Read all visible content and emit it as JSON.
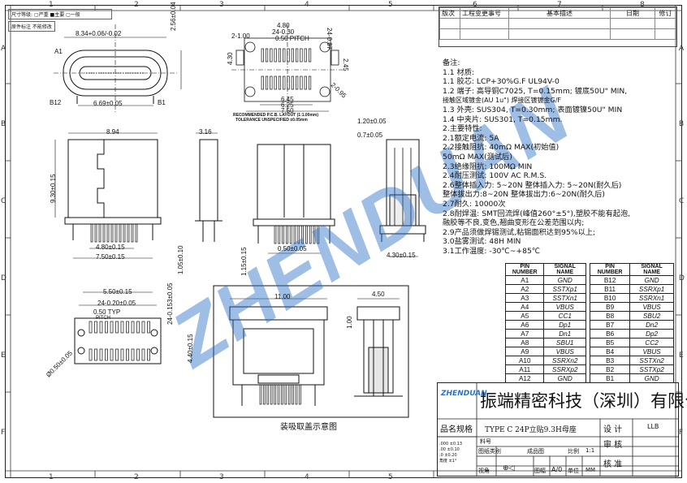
{
  "zones_top": [
    "1",
    "2",
    "3",
    "4",
    "5",
    "6",
    "7",
    "8"
  ],
  "zones_side": [
    "A",
    "B",
    "C",
    "D",
    "E",
    "F"
  ],
  "legend": {
    "symbol_label": "尺寸等级:",
    "opt1": "严重",
    "opt2": "主要",
    "opt3": "一般",
    "note": "原件标注 不能修改"
  },
  "revision": {
    "headers": [
      "版次",
      "工程变更事号",
      "基本描述",
      "日期",
      "修订"
    ]
  },
  "notes": [
    "备注:",
    "1.1 材质:",
    "1.1  胶芯: LCP+30%G.F  UL94V-0",
    "1.2  端子: 高导铜C7025, T=0.15mm; 镀底50U\" MIN,",
    "          接触区域镀金(AU 1u\") 焊接区镀镀金G/F",
    "1.3  外壳: SUS304, T=0.30mm; 表面镀镍50U\" MIN",
    "1.4  中夹片: SUS301, T=0.15mm.",
    "2.主要特性:",
    "2.1额定电流: 5A",
    "2.2接触阻抗: 40mΩ MAX(初始值)",
    "              50mΩ MAX(测试后)",
    "2.3绝缘阻抗: 100MΩ MIN",
    "2.4耐压测试: 100V AC R.M.S.",
    "2.6整体插入力: 5~20N   整体插入力: 5~20N(耐久后)",
    "    整体拔出力:8~20N    整体拔出力:6~20N(耐久后)",
    "2.7耐久: 10000次",
    "2.8耐焊温: SMT回流焊(峰值260°±5°),塑胶不能有起泡,",
    "          融胶等不良,变色,翘曲变形在公差范围以内;",
    "2.9产品须做焊锡测试,粘锡面积达到95%以上;",
    "3.0盐雾测试: 48H  MIN",
    "3.1工作温度: -30℃~+85℃"
  ],
  "pin_table_a": {
    "headers": [
      "PIN NUMBER",
      "SIGNAL NAME"
    ],
    "rows": [
      [
        "A1",
        "GND"
      ],
      [
        "A2",
        "SSTXp1"
      ],
      [
        "A3",
        "SSTXn1"
      ],
      [
        "A4",
        "VBUS"
      ],
      [
        "A5",
        "CC1"
      ],
      [
        "A6",
        "Dp1"
      ],
      [
        "A7",
        "Dn1"
      ],
      [
        "A8",
        "SBU1"
      ],
      [
        "A9",
        "VBUS"
      ],
      [
        "A10",
        "SSRXn2"
      ],
      [
        "A11",
        "SSRXp2"
      ],
      [
        "A12",
        "GND"
      ]
    ]
  },
  "pin_table_b": {
    "headers": [
      "PIN NUMBER",
      "SIGNAL NAME"
    ],
    "rows": [
      [
        "B12",
        "GND"
      ],
      [
        "B11",
        "SSRXp1"
      ],
      [
        "B10",
        "SSRXn1"
      ],
      [
        "B9",
        "VBUS"
      ],
      [
        "B8",
        "SBU2"
      ],
      [
        "B7",
        "Dn2"
      ],
      [
        "B6",
        "Dp2"
      ],
      [
        "B5",
        "CC2"
      ],
      [
        "B4",
        "VBUS"
      ],
      [
        "B3",
        "SSTXn2"
      ],
      [
        "B2",
        "SSTXp2"
      ],
      [
        "B1",
        "GND"
      ]
    ]
  },
  "title_block": {
    "company": "振端精密科技（深圳）有限公司",
    "logo_text": "ZHENDUAN",
    "spec_label": "品名规格",
    "spec_value": "TYPE C 24P立贴9.3H母座",
    "design_label": "设  计",
    "design_value": "LLB",
    "part_label": "料号",
    "review_label": "审  核",
    "drawing_label": "图纸类别",
    "drawing_value": "成品图",
    "scale_label": "比例",
    "scale_value": "1:1",
    "approve_label": "核  准",
    "view_label": "视角",
    "unit_label": "单位",
    "unit_value": "MM",
    "size_label": "图幅",
    "size_value": "A/0",
    "tol": [
      ".000  ±0.13",
      ".00   ±0.10",
      ".0    ±0.20",
      "角度  ±1°"
    ]
  },
  "dims": {
    "d834": "8.34+0.06/-0.02",
    "d256": "2.56±0.04",
    "d669": "6.69±0.05",
    "a1": "A1",
    "b12": "B12",
    "b1": "B1",
    "d480": "4.80",
    "d430": "4.30",
    "d210": "2-1.00",
    "d050": "0.50 PITCH",
    "d26": "24-0.30",
    "d087": "24-0.87",
    "d245": "2.45",
    "d095": "2-0.95",
    "d645": "6.45",
    "d625": "6.25",
    "d750": "7.50",
    "pcb1": "RECOMMENDED  P.C.B. LAYOUT (1:1.00mm)",
    "pcb2": "TOLERANCE  UNSPECIFIED  ±0.05mm",
    "d894": "8.94",
    "d316": "3.16",
    "d930": "9.30±0.15",
    "d480b": "4.80±0.15",
    "d750b": "7.50±0.15",
    "d050b": "0.50±0.05",
    "d105": "1.05±0.10",
    "d115": "1.15±0.15",
    "d430b": "4.30±0.15",
    "d120": "1.20±0.05",
    "d070": "0.7±0.05",
    "d550": "5.50±0.15",
    "d24020": "24-0.20±0.05",
    "d050c": "0.50 TYP",
    "pitch": "PITCH",
    "d240153": "24-0.153±0.05",
    "d440": "4.40±0.15",
    "d050d": "Ø0.50±0.05",
    "d1100": "11.00",
    "d450": "4.50",
    "d100": "1.00",
    "cap": "装吸取盖示意图"
  }
}
